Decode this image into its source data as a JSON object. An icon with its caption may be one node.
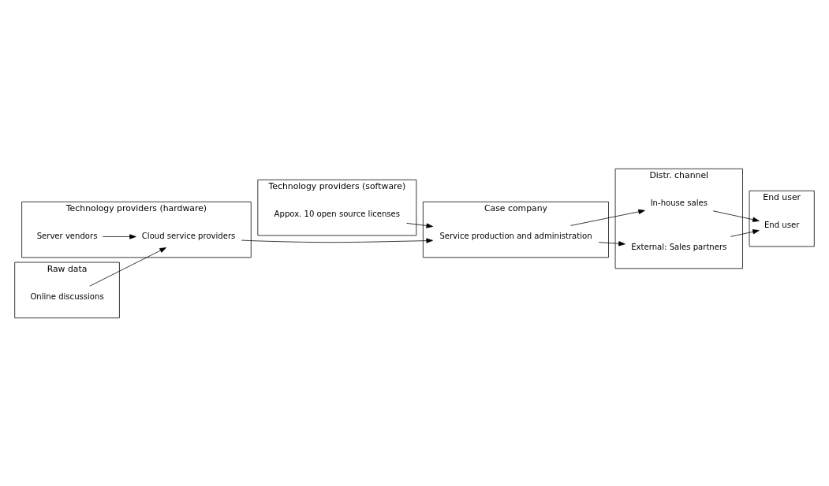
{
  "diagram": {
    "nodes": [
      {
        "text": [
          "Raw data"
        ]
      },
      {
        "text": [
          "Technology providers (hardware)"
        ]
      },
      {
        "text": [
          "Technology providers (software)"
        ]
      },
      {
        "text": [
          "Case company"
        ]
      },
      {
        "text": [
          "Distr. channel"
        ]
      },
      {
        "text": [
          "End user"
        ]
      },
      {
        "text": [
          "Online discussions"
        ],
        "in": 0
      },
      {
        "text": [
          "Server vendors"
        ],
        "in": 1
      },
      {
        "text": [
          "Cloud service providers"
        ],
        "in": 1
      },
      {
        "text": [
          "Appox. 10 open source licenses"
        ],
        "in": 2
      },
      {
        "text": [
          "Service production and administration"
        ],
        "in": 3
      },
      {
        "text": [
          "In-house sales"
        ],
        "in": 4
      },
      {
        "text": [
          "External: Sales partners"
        ],
        "in": 4
      },
      {
        "text": [
          "End user"
        ],
        "in": 5
      }
    ],
    "edges": [
      {
        "from": 6,
        "to": 8,
        "arrow": "to"
      },
      {
        "from": 7,
        "to": 8,
        "arrow": "to"
      },
      {
        "from": 8,
        "to": 10,
        "arrow": "to"
      },
      {
        "from": 9,
        "to": 10,
        "arrow": "to"
      },
      {
        "from": 10,
        "to": 11,
        "arrow": "to"
      },
      {
        "from": 10,
        "to": 12,
        "arrow": "to"
      },
      {
        "from": 11,
        "to": 13,
        "arrow": "to"
      },
      {
        "from": 12,
        "to": 13,
        "arrow": "to"
      }
    ]
  }
}
